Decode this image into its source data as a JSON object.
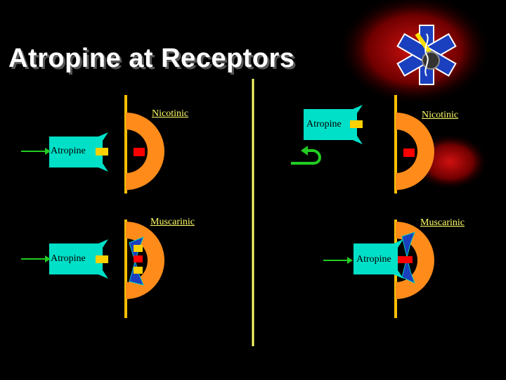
{
  "title": "Atropine at Receptors",
  "left_panel": {
    "nicotinic_label": "Nicotinic",
    "muscarinic_label": "Muscarinic",
    "atropine_top": "Atropine",
    "atropine_bottom": "Atropine"
  },
  "right_panel": {
    "nicotinic_label": "Nicotinic",
    "muscarinic_label": "Muscarinic",
    "atropine_top": "Atropine",
    "atropine_bottom": "Atropine"
  },
  "colors": {
    "receptor": "#ff8c1a",
    "membrane": "#ffc000",
    "drug": "#00e0c8",
    "site": "#ff0000",
    "arrow": "#22cc22",
    "label": "#ffff66",
    "divider": "#ffff66"
  },
  "icons": [
    "star-of-life-icon"
  ]
}
